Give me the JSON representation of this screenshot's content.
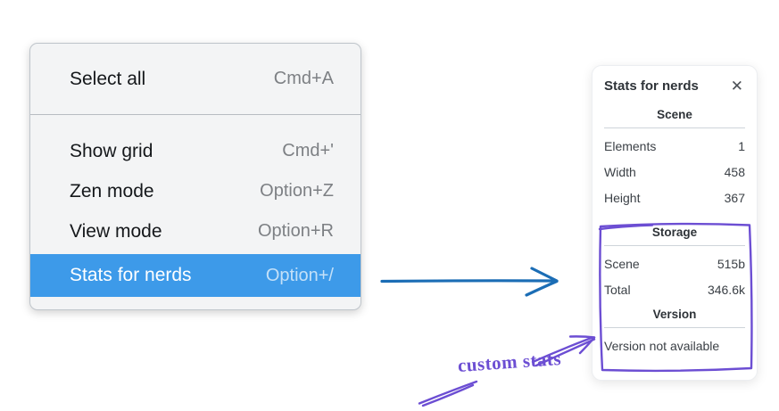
{
  "menu": {
    "items": [
      {
        "label": "Select all",
        "shortcut": "Cmd+A"
      },
      {
        "label": "Show grid",
        "shortcut": "Cmd+'"
      },
      {
        "label": "Zen mode",
        "shortcut": "Option+Z"
      },
      {
        "label": "View mode",
        "shortcut": "Option+R"
      },
      {
        "label": "Stats for nerds",
        "shortcut": "Option+/",
        "highlighted": true
      }
    ]
  },
  "stats_panel": {
    "title": "Stats for nerds",
    "close_icon": "✕",
    "sections": [
      {
        "heading": "Scene",
        "rows": [
          {
            "label": "Elements",
            "value": "1"
          },
          {
            "label": "Width",
            "value": "458"
          },
          {
            "label": "Height",
            "value": "367"
          }
        ]
      },
      {
        "heading": "Storage",
        "rows": [
          {
            "label": "Scene",
            "value": "515b"
          },
          {
            "label": "Total",
            "value": "346.6k"
          }
        ]
      },
      {
        "heading": "Version",
        "note": "Version not available"
      }
    ]
  },
  "annotation": {
    "label": "custom stats"
  },
  "colors": {
    "highlight_blue": "#3d9ae9",
    "arrow_blue": "#1b6db5",
    "annotation_purple": "#6c4ed3"
  }
}
